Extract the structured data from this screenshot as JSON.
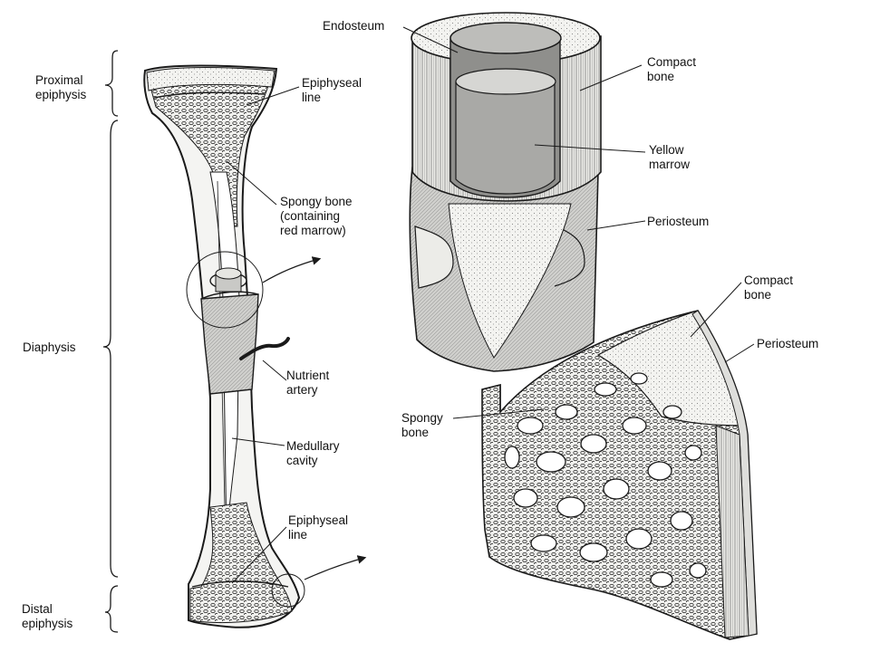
{
  "labels": {
    "proximal_epiphysis": "Proximal\nepiphysis",
    "diaphysis": "Diaphysis",
    "distal_epiphysis": "Distal\nepiphysis",
    "epiphyseal_line_top": "Epiphyseal\nline",
    "spongy_bone_red_marrow": "Spongy bone\n(containing\nred marrow)",
    "nutrient_artery": "Nutrient\nartery",
    "medullary_cavity": "Medullary\ncavity",
    "epiphyseal_line_bottom": "Epiphyseal\nline",
    "endosteum": "Endosteum",
    "compact_bone_top": "Compact\nbone",
    "yellow_marrow": "Yellow\nmarrow",
    "periosteum_top": "Periosteum",
    "compact_bone_bottom": "Compact\nbone",
    "periosteum_bottom": "Periosteum",
    "spongy_bone": "Spongy\nbone"
  },
  "colors": {
    "ink": "#1a1a1a",
    "bone_fill": "#f4f4f2",
    "shaft_gray": "#c9c9c6",
    "marrow_gray": "#9a9a97",
    "dark_cavity": "#6d6d6a"
  }
}
